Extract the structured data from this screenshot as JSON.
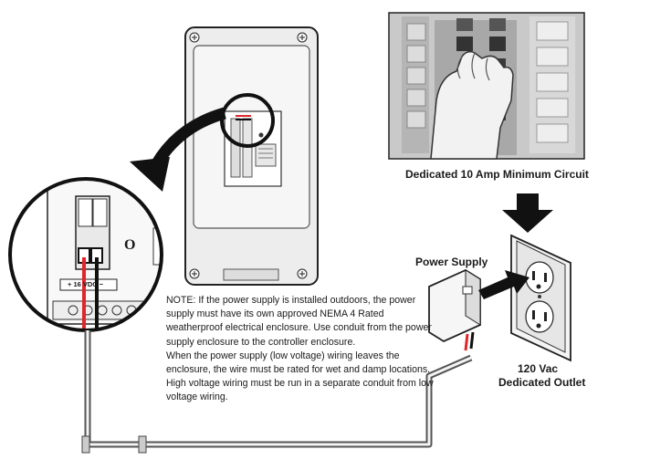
{
  "labels": {
    "circuit": "Dedicated 10 Amp Minimum Circuit",
    "power_supply": "Power Supply",
    "outlet_line1": "120 Vac",
    "outlet_line2": "Dedicated Outlet",
    "terminal_polarity": "+ 16 VDC −",
    "controller_mark": "O"
  },
  "note": {
    "paragraphs": [
      "NOTE:  If the power supply is installed outdoors, the power supply must have its own approved NEMA 4 Rated weatherproof electrical enclosure. Use conduit from the power supply enclosure to the controller enclosure.",
      "When the power supply (low voltage) wiring leaves the enclosure, the wire must be rated for wet and damp locations.",
      "High voltage wiring must be run in a separate conduit from low voltage wiring."
    ]
  },
  "colors": {
    "wire_red": "#e0262b",
    "wire_black": "#111111",
    "enclosure_fill": "#ececec",
    "outline": "#222222"
  },
  "icons": [
    "arrow-down-icon",
    "arrow-right-icon",
    "curved-arrow-icon",
    "hand-icon"
  ]
}
